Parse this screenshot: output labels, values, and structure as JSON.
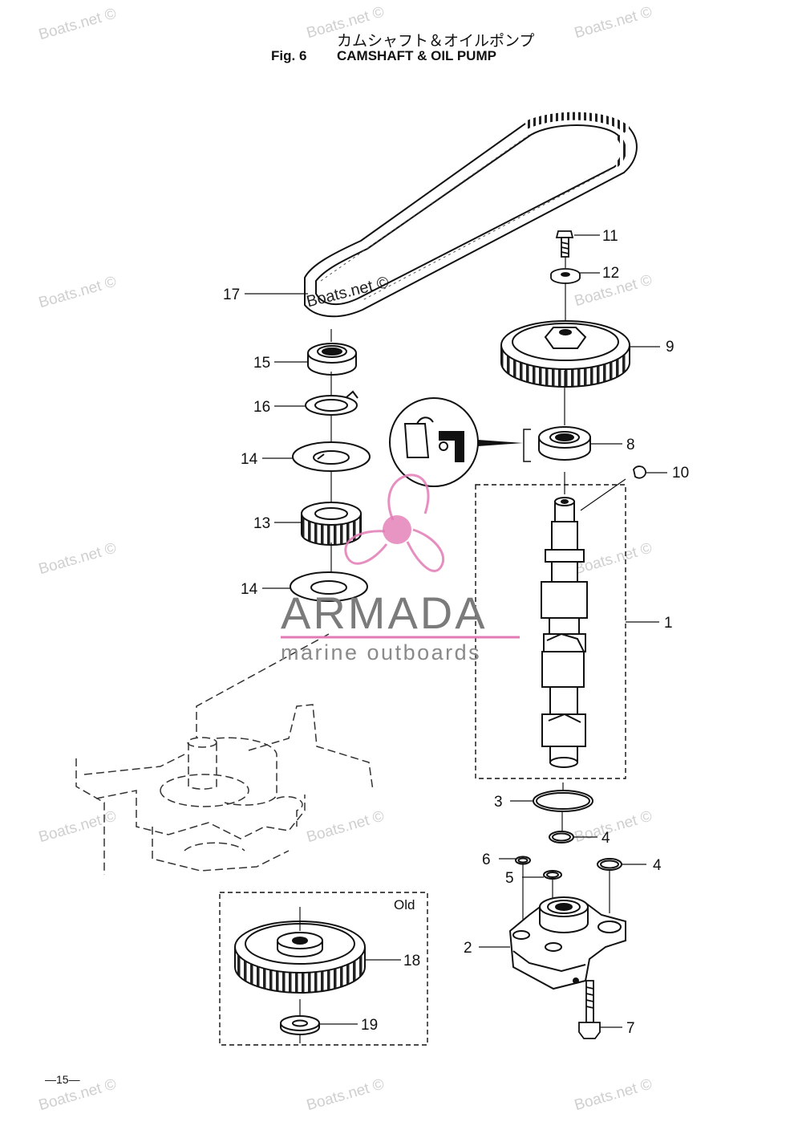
{
  "header": {
    "title_jp": "カムシャフト＆オイルポンプ",
    "fig_label": "Fig. 6",
    "title_en": "CAMSHAFT & OIL PUMP"
  },
  "watermark_text": "Boats.net ©",
  "brand": {
    "name": "ARMADA",
    "tagline": "marine outboards",
    "accent_color": "#e27bb5",
    "text_color": "#7b7b7b"
  },
  "callouts": {
    "n1": "1",
    "n2": "2",
    "n3": "3",
    "n4a": "4",
    "n4b": "4",
    "n5": "5",
    "n6": "6",
    "n7": "7",
    "n8": "8",
    "n9": "9",
    "n10": "10",
    "n11": "11",
    "n12": "12",
    "n13": "13",
    "n14a": "14",
    "n14b": "14",
    "n15": "15",
    "n16": "16",
    "n17": "17",
    "n18": "18",
    "n19": "19"
  },
  "old_box_label": "Old",
  "page_number": "—15—"
}
